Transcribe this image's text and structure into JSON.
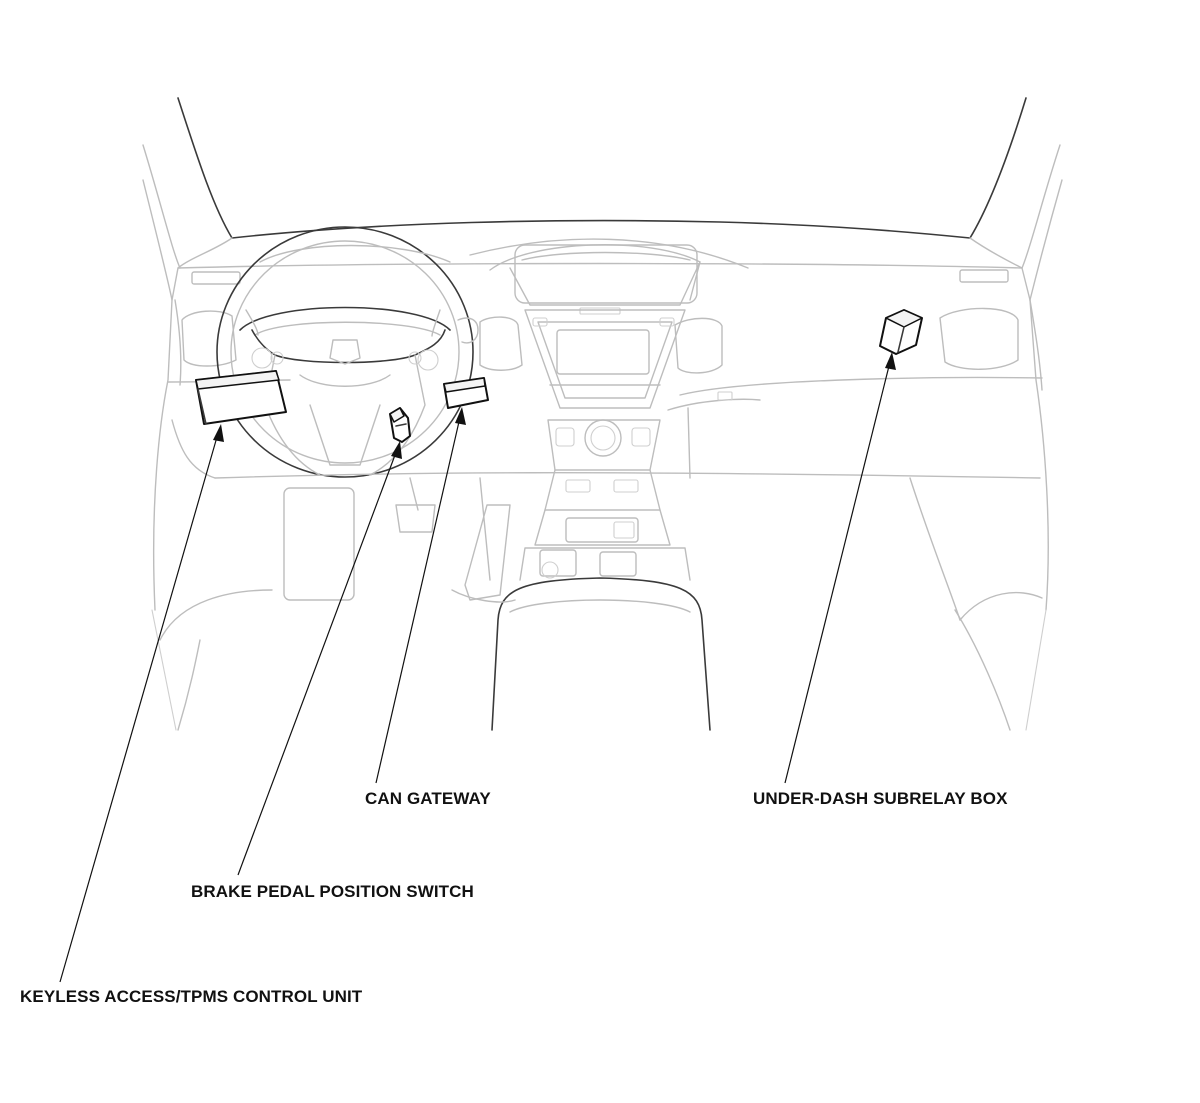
{
  "labels": {
    "keyless": "KEYLESS ACCESS/TPMS CONTROL UNIT",
    "brake": "BRAKE PEDAL POSITION SWITCH",
    "can": "CAN GATEWAY",
    "subrelay": "UNDER-DASH SUBRELAY BOX"
  },
  "colors": {
    "outline_light": "#bdbdbd",
    "outline_dark": "#3a3a3a",
    "component": "#111111",
    "background": "#ffffff"
  }
}
